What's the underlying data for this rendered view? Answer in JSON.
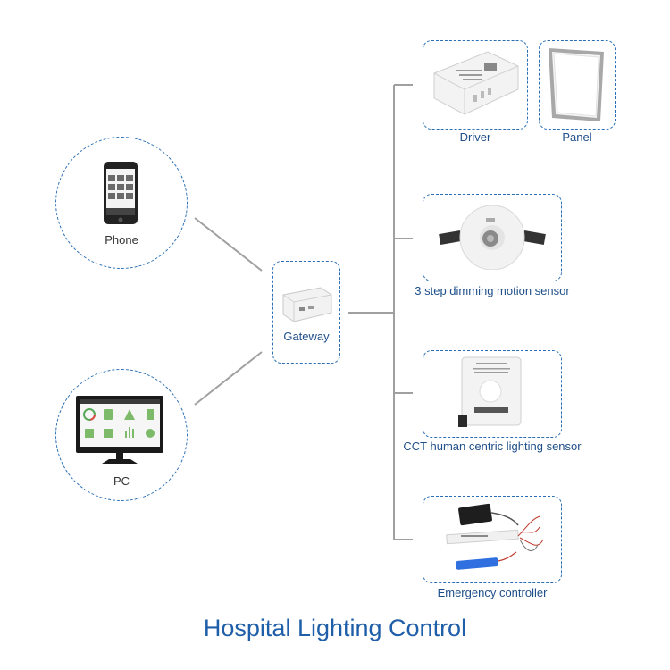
{
  "title": "Hospital Lighting Control",
  "nodes": {
    "phone": "Phone",
    "pc": "PC",
    "gateway": "Gateway",
    "driver": "Driver",
    "panel": "Panel",
    "motion_sensor": "3 step dimming motion sensor",
    "cct_sensor": "CCT human centric lighting sensor",
    "emergency": "Emergency controller"
  },
  "colors": {
    "title": "#1f5ea8",
    "label": "#1f4f8a",
    "dashed_border": "#2a6fb5",
    "connector": "#a0a0a0"
  }
}
